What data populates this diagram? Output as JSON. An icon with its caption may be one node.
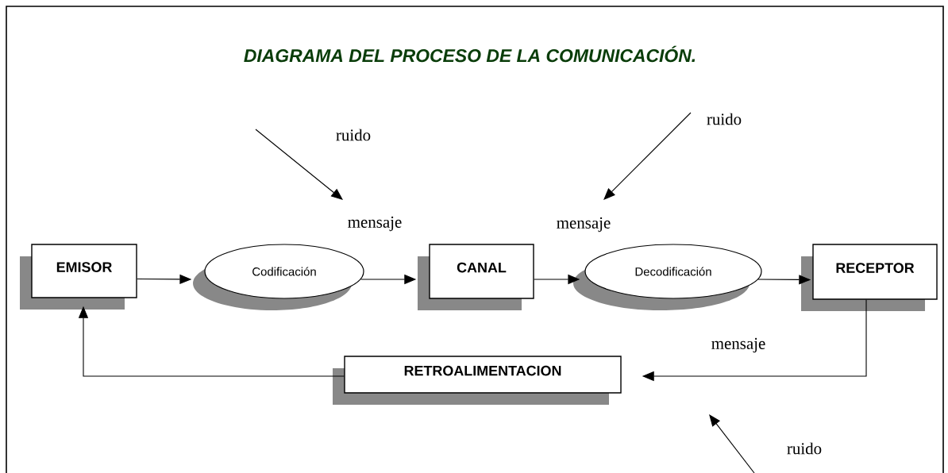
{
  "diagram": {
    "title": "DIAGRAMA DEL PROCESO DE LA COMUNICACIÓN.",
    "nodes": [
      {
        "text": [
          "EMISOR"
        ]
      },
      {
        "text": [
          "Codificación"
        ]
      },
      {
        "text": [
          "CANAL"
        ]
      },
      {
        "text": [
          "Decodificación"
        ]
      },
      {
        "text": [
          "RECEPTOR"
        ]
      },
      {
        "text": [
          "RETROALIMENTACION"
        ]
      }
    ],
    "edges": [
      {
        "from": 0,
        "to": 1,
        "arrow": "to"
      },
      {
        "from": 1,
        "to": 2,
        "arrow": "to",
        "label": "mensaje"
      },
      {
        "from": 2,
        "to": 3,
        "arrow": "to",
        "label": "mensaje"
      },
      {
        "from": 3,
        "to": 4,
        "arrow": "to"
      },
      {
        "from": 4,
        "to": 5,
        "arrow": "to",
        "label": "mensaje"
      },
      {
        "from": 5,
        "to": 0,
        "arrow": "to"
      }
    ],
    "labels": [
      "ruido",
      "ruido",
      "ruido"
    ]
  }
}
